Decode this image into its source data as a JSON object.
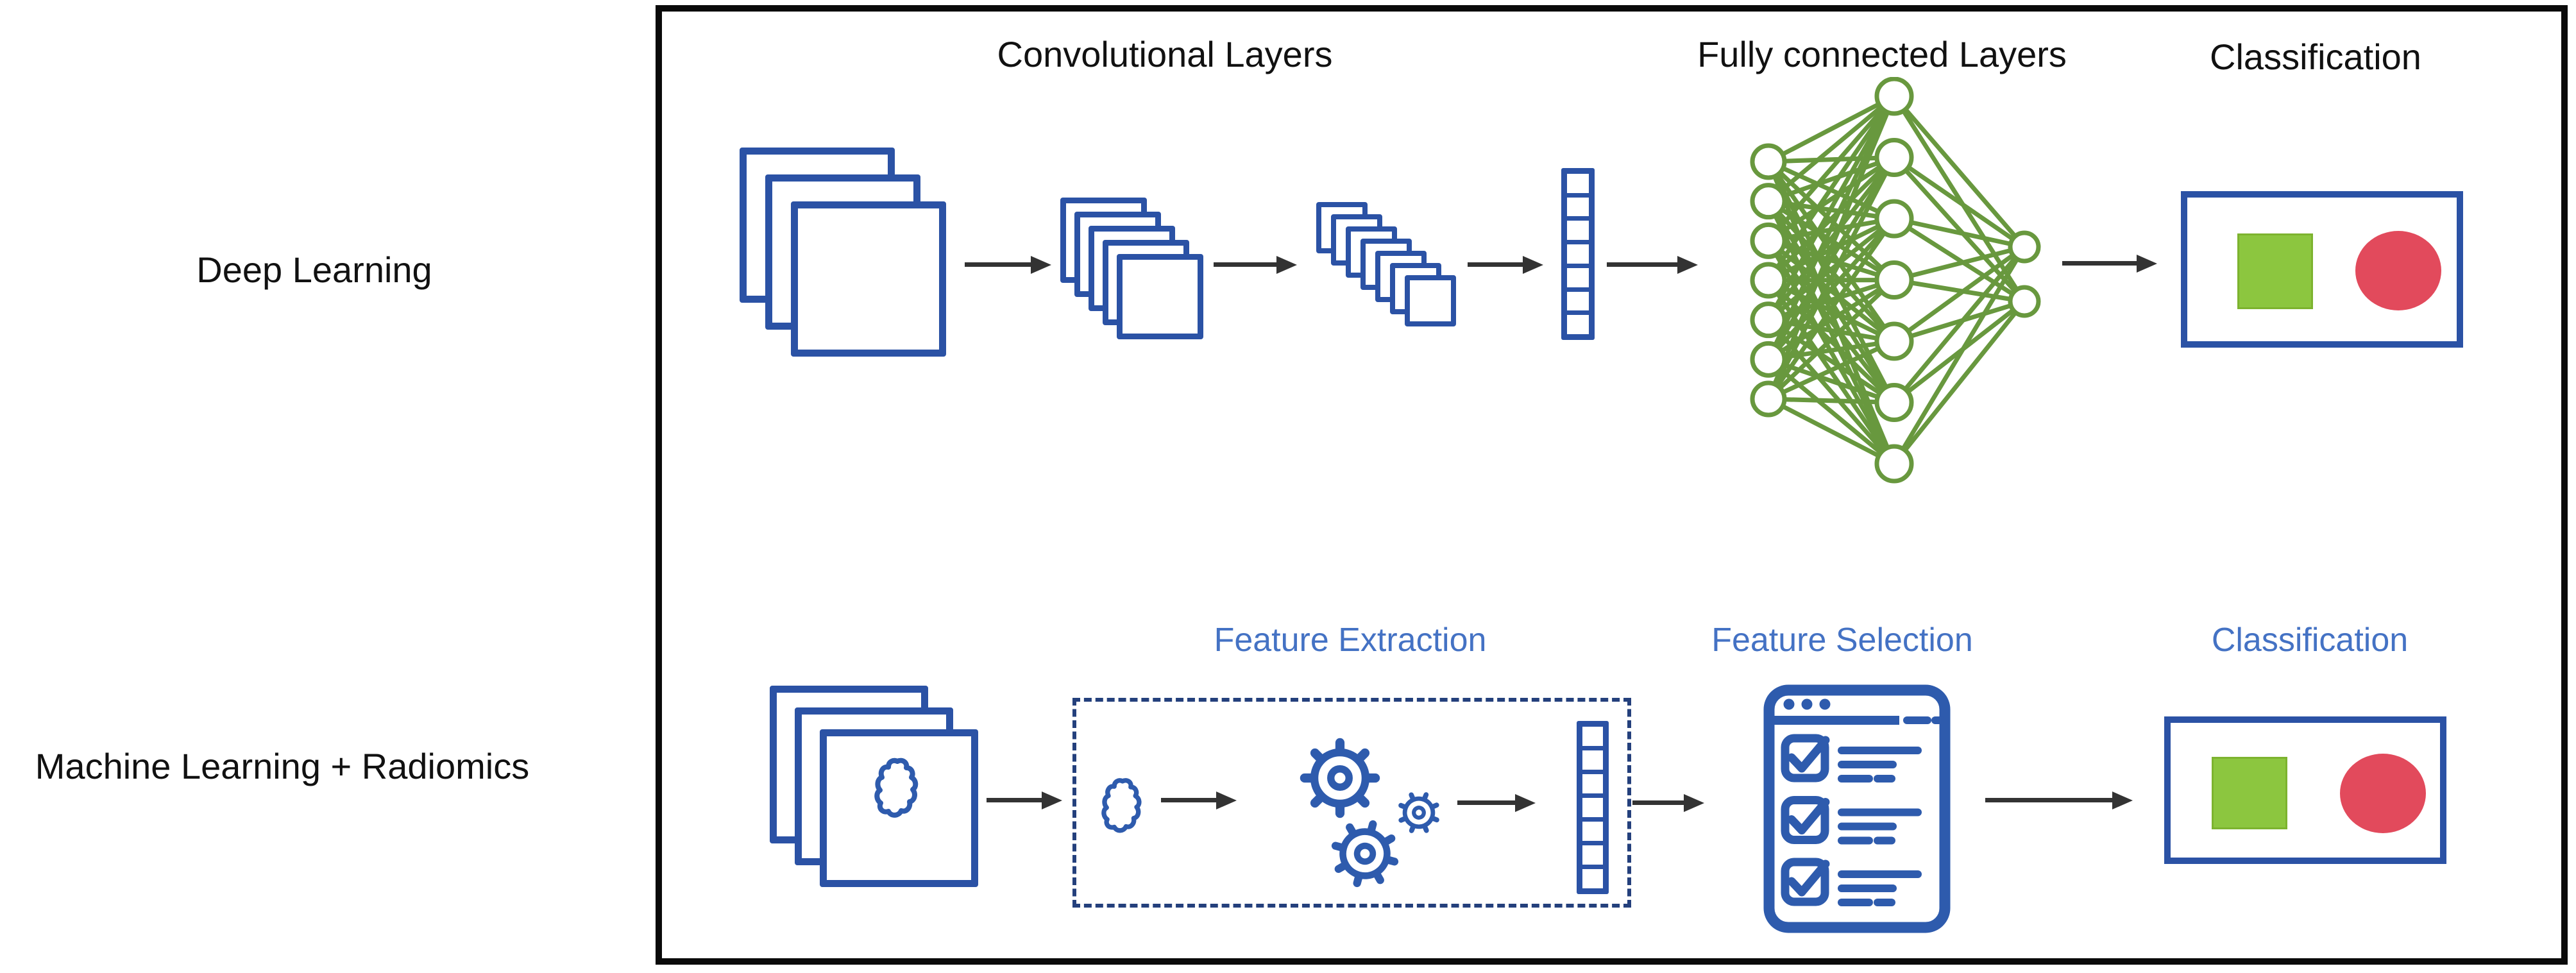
{
  "figure": {
    "row_labels": {
      "deep_learning": "Deep Learning",
      "machine_learning": "Machine Learning + Radiomics"
    },
    "deep_learning_pipeline": {
      "stage_titles": {
        "convolutional": "Convolutional Layers",
        "fully_connected": "Fully connected Layers",
        "classification": "Classification"
      },
      "input_image_stack": 3,
      "conv_feature_maps_stage1": 5,
      "conv_feature_maps_stage2": 7,
      "feature_vector_cells": 7,
      "network": {
        "input_nodes": 7,
        "hidden_nodes": 7,
        "output_nodes": 2
      }
    },
    "ml_pipeline": {
      "stage_titles": {
        "feature_extraction": "Feature Extraction",
        "feature_selection": "Feature Selection",
        "classification": "Classification"
      },
      "input_image_stack": 3,
      "segmentation_contours": 2,
      "gears": 3,
      "feature_vector_cells": 7,
      "checklist_rows": 3
    },
    "colors": {
      "shape_blue": "#2b52a5",
      "icon_blue": "#2e5bad",
      "dashed_navy": "#24407c",
      "network_green": "#68983e",
      "class_green": "#8cc63f",
      "class_red": "#e24a5c",
      "title_blue": "#4472c4",
      "arrow_gray": "#333333",
      "box_black": "#0a0a0a",
      "text_black": "#111111"
    }
  }
}
